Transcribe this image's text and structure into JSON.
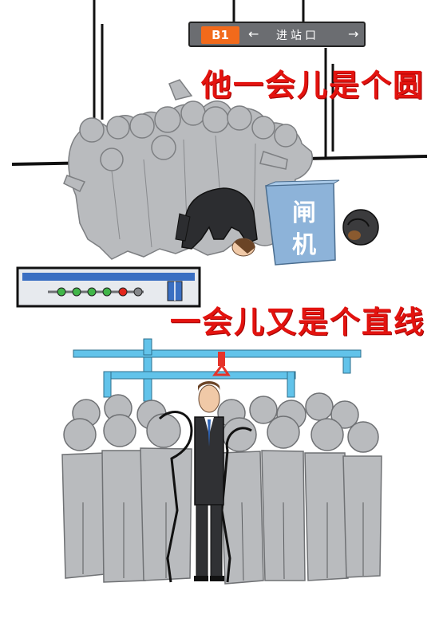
{
  "sign": {
    "station_label": "B1",
    "left_arrow": "←",
    "entrance_text": "进站口",
    "right_arrow": "→"
  },
  "captions": {
    "top": "他一会儿是个圆",
    "bottom": "一会儿又是个直线"
  },
  "gate": {
    "char1": "闸",
    "char2": "机"
  },
  "colors": {
    "crowd": "#b9bbbe",
    "caption": "#e3130f",
    "sign_badge": "#f26a1b",
    "sign_bg": "#6b6d71",
    "handrail": "#62c3ea",
    "gate": "#8db3d9"
  }
}
